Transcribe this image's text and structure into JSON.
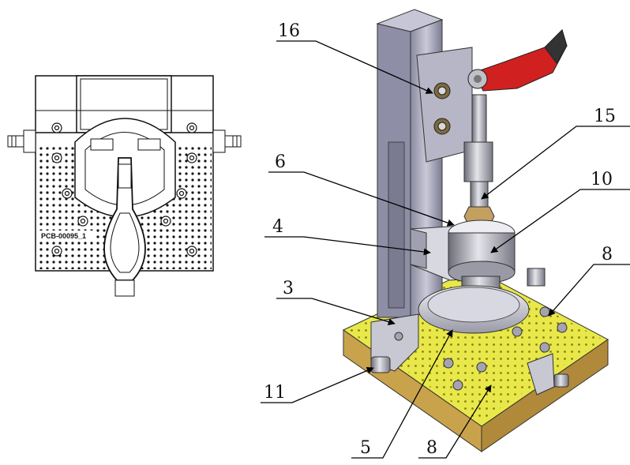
{
  "figure": {
    "top_view_label": "PCB-00095_1",
    "callouts": [
      {
        "id": "c16",
        "text": "16"
      },
      {
        "id": "c15",
        "text": "15"
      },
      {
        "id": "c6",
        "text": "6"
      },
      {
        "id": "c10",
        "text": "10"
      },
      {
        "id": "c4",
        "text": "4"
      },
      {
        "id": "c8a",
        "text": "8"
      },
      {
        "id": "c3",
        "text": "3"
      },
      {
        "id": "c11",
        "text": "11"
      },
      {
        "id": "c5",
        "text": "5"
      },
      {
        "id": "c8b",
        "text": "8"
      }
    ]
  }
}
